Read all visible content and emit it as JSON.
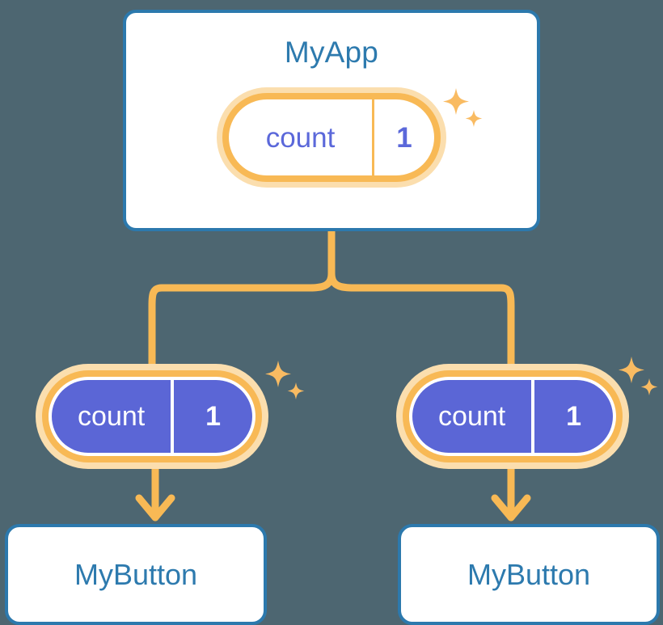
{
  "diagram": {
    "title": "React state propagation diagram",
    "background_color": "#4d6671"
  },
  "colors": {
    "background": "#4d6671",
    "card_border": "#2c79ad",
    "card_fill": "#ffffff",
    "title_text": "#2d7aae",
    "pill_ring": "#f8b955",
    "pill_glow": "#fbdeae",
    "pill_fill_child": "#5b66d6",
    "pill_text_parent": "#5b68da",
    "pill_text_child": "#ffffff",
    "connector": "#f8b955",
    "sparkle": "#f9bb62"
  },
  "parent": {
    "name": "app-card",
    "title": "MyApp",
    "state_pill": {
      "key": "count",
      "value": "1",
      "style": "outline"
    },
    "sparkle_count": 2
  },
  "children": [
    {
      "name": "child-left",
      "state_pill": {
        "key": "count",
        "value": "1",
        "style": "filled"
      },
      "sparkle_count": 2,
      "button": {
        "title": "MyButton"
      }
    },
    {
      "name": "child-right",
      "state_pill": {
        "key": "count",
        "value": "1",
        "style": "filled"
      },
      "sparkle_count": 2,
      "button": {
        "title": "MyButton"
      }
    }
  ],
  "connectors": {
    "fork_label": "state fork from MyApp to both children",
    "arrow_label": "state flows down into MyButton"
  }
}
